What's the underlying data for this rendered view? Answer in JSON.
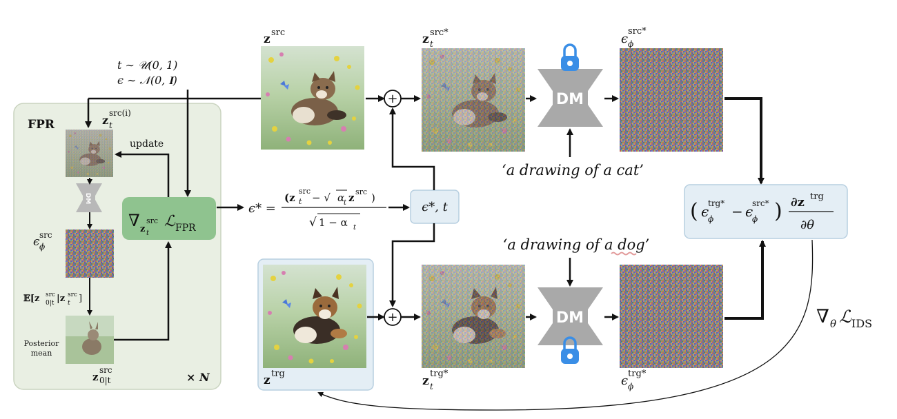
{
  "fpr": {
    "title": "FPR",
    "update_label": "update",
    "repeat_label": "× N",
    "posterior_line1": "Posterior",
    "posterior_line2": "mean",
    "z_src_i": "z",
    "z_src_i_sup": "src(i)",
    "z_src_i_sub": "t",
    "eps_src": "ϵ",
    "eps_src_sup": "src",
    "eps_src_sub": "ϕ",
    "expect_label": "𝔼[z",
    "expect_rest": "|z",
    "expect_end": "]",
    "expect_sub1": "0|t",
    "expect_sup1": "src",
    "expect_sub2": "t",
    "expect_sup2": "src",
    "z0_label": "z",
    "z0_sup": "src",
    "z0_sub": "0|t",
    "dm_small": "DM",
    "grad_nabla": "∇",
    "grad_sub": "z",
    "grad_sub_sup": "src",
    "grad_sub_sub": "t",
    "grad_L": "ℒ",
    "grad_L_sub": "FPR"
  },
  "sampling": {
    "line1": "t ∼ 𝒰(0, 1)",
    "line2": "ϵ ∼ 𝒩(0, 𝐈)"
  },
  "labels": {
    "z_src": "z",
    "z_src_sup": "src",
    "z_t_src_star": "z",
    "z_t_src_star_sup": "src*",
    "z_t_src_star_sub": "t",
    "eps_src_star": "ϵ",
    "eps_src_star_sup": "src*",
    "eps_src_star_sub": "ϕ",
    "z_trg": "z",
    "z_trg_sup": "trg",
    "z_t_trg_star": "z",
    "z_t_trg_star_sup": "trg*",
    "z_t_trg_star_sub": "t",
    "eps_trg_star": "ϵ",
    "eps_trg_star_sup": "trg*",
    "eps_trg_star_sub": "ϕ",
    "plus": "+"
  },
  "prompts": {
    "cat": "‘a drawing of a cat’",
    "dog": "‘a drawing of a dog’"
  },
  "dm": {
    "label": "DM"
  },
  "formula": {
    "lhs": "ϵ* =",
    "num": "(z",
    "num_sup1": "src",
    "num_sub1": "t",
    "num_mid": " − √",
    "num_alpha": "α",
    "num_alpha_sub": "t",
    "num_z": "z",
    "num_sup2": "src",
    "num_end": ")",
    "den": "√",
    "den_body": "1 − α",
    "den_sub": "t"
  },
  "eps_t_box": {
    "label": "ϵ*, t"
  },
  "gradient_box": {
    "open": "(",
    "e1": "ϵ",
    "e1_sup": "trg*",
    "e1_sub": "ϕ",
    "minus": "−",
    "e2": "ϵ",
    "e2_sup": "src*",
    "e2_sub": "ϕ",
    "close": ")",
    "num": "∂z",
    "num_sup": "trg",
    "den": "∂θ"
  },
  "ids_label": {
    "nabla": "∇",
    "sub": "θ",
    "L": "ℒ",
    "L_sub": "IDS"
  },
  "colors": {
    "fpr_bg": "#e9efe3",
    "fpr_border": "#c9d3bf",
    "grad_box": "#8fc38f",
    "light_blue": "#e4eef5",
    "light_blue_border": "#b7cfe0",
    "dm_gray": "#a9a9a9",
    "lock_blue": "#3a8ee6"
  }
}
